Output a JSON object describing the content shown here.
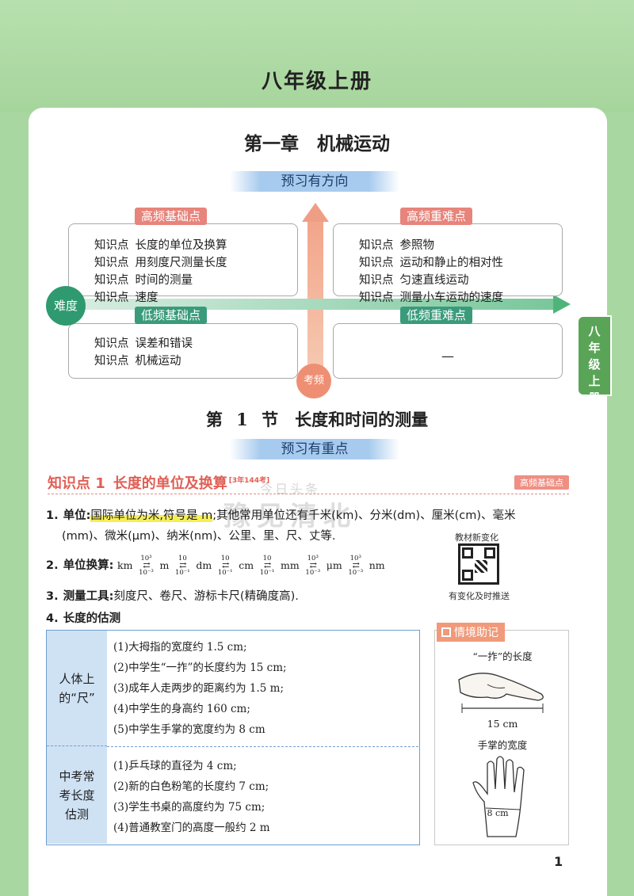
{
  "book": {
    "title": "八年级上册",
    "side_tab": "八年级上册"
  },
  "chapter": {
    "title": "第一章　机械运动"
  },
  "banners": {
    "preview_direction": "预习有方向",
    "preview_focus": "预习有重点"
  },
  "diagram": {
    "axis_difficulty": "难度",
    "axis_frequency": "考频",
    "quadrants": [
      {
        "label": "高频基础点",
        "items": [
          {
            "k": "知识点",
            "v": "长度的单位及换算"
          },
          {
            "k": "知识点",
            "v": "用刻度尺测量长度"
          },
          {
            "k": "知识点",
            "v": "时间的测量"
          },
          {
            "k": "知识点",
            "v": "速度"
          }
        ]
      },
      {
        "label": "高频重难点",
        "items": [
          {
            "k": "知识点",
            "v": "参照物"
          },
          {
            "k": "知识点",
            "v": "运动和静止的相对性"
          },
          {
            "k": "知识点",
            "v": "匀速直线运动"
          },
          {
            "k": "知识点",
            "v": "测量小车运动的速度"
          }
        ]
      },
      {
        "label": "低频基础点",
        "items": [
          {
            "k": "知识点",
            "v": "误差和错误"
          },
          {
            "k": "知识点",
            "v": "机械运动"
          }
        ]
      },
      {
        "label": "低频重难点",
        "dash": "—"
      }
    ]
  },
  "section": {
    "title": "第 1 节　长度和时间的测量"
  },
  "knowledge_point": {
    "title_prefix": "知识点 1",
    "title": "长度的单位及换算",
    "tag": "[3年144考]",
    "badge": "高频基础点"
  },
  "content": {
    "p1": {
      "num": "1.",
      "label": "单位:",
      "highlight": "国际单位为米,符号是 m",
      "rest": ";其他常用单位还有千米(km)、分米(dm)、厘米(cm)、毫米",
      "line2": "(mm)、微米(μm)、纳米(nm)、公里、里、尺、丈等."
    },
    "p2": {
      "num": "2.",
      "label": "单位换算:",
      "units": [
        "km",
        "m",
        "dm",
        "cm",
        "mm",
        "μm",
        "nm"
      ],
      "factors": [
        {
          "up": "10³",
          "down": "10⁻³"
        },
        {
          "up": "10",
          "down": "10⁻¹"
        },
        {
          "up": "10",
          "down": "10⁻¹"
        },
        {
          "up": "10",
          "down": "10⁻¹"
        },
        {
          "up": "10³",
          "down": "10⁻³"
        },
        {
          "up": "10³",
          "down": "10⁻³"
        }
      ]
    },
    "p3": {
      "num": "3.",
      "label": "测量工具:",
      "text": "刻度尺、卷尺、游标卡尺(精确度高)."
    },
    "p4": {
      "num": "4.",
      "label": "长度的估测"
    }
  },
  "qr": {
    "title": "教材新变化",
    "subtitle": "有变化及时推送"
  },
  "table": {
    "cat1": "人体上的“尺”",
    "rows1": [
      "(1)大拇指的宽度约 1.5 cm;",
      "(2)中学生“一拃”的长度约为 15 cm;",
      "(3)成年人走两步的距离约为 1.5 m;",
      "(4)中学生的身高约 160 cm;",
      "(5)中学生手掌的宽度约为 8 cm"
    ],
    "cat2": "中考常考长度估测",
    "rows2": [
      "(1)乒乓球的直径为 4 cm;",
      "(2)新的白色粉笔的长度约 7 cm;",
      "(3)学生书桌的高度约为 75 cm;",
      "(4)普通教室门的高度一般约 2 m"
    ]
  },
  "context": {
    "head": "情境助记",
    "t1": "“一拃”的长度",
    "m1": "15 cm",
    "t2": "手掌的宽度",
    "m2": "8 cm"
  },
  "page": {
    "number": "1"
  },
  "watermark": {
    "line1": "今日头条",
    "line2": "豫见清北"
  }
}
